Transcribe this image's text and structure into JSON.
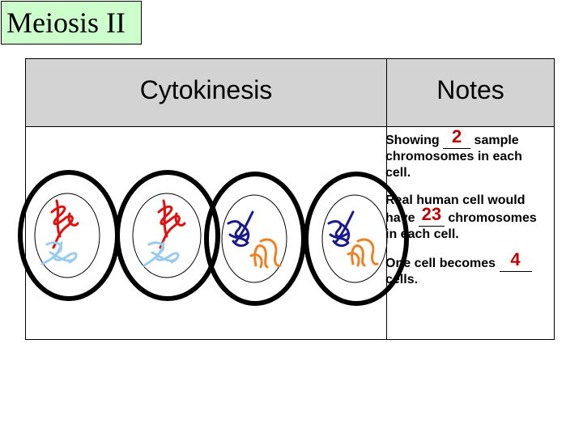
{
  "slide": {
    "title": "Meiosis II"
  },
  "table": {
    "left_header": "Cytokinesis",
    "right_header": "Notes"
  },
  "notes": {
    "note1": {
      "before": "Showing ",
      "answer": "2",
      "after": " sample chromosomes in each cell."
    },
    "note2": {
      "before": "Real human cell would have ",
      "answer": "23",
      "after": " chromosomes in each cell."
    },
    "note3": {
      "before": "One cell becomes ",
      "answer": "4",
      "after": " cells."
    }
  },
  "colors": {
    "title_bg": "#ccffcc",
    "header_bg": "#d3d3d3",
    "answer": "#c00000",
    "chromosome_red": "#e01010",
    "chromosome_lightblue": "#99ccee",
    "chromosome_navy": "#1a1a8c",
    "chromosome_orange": "#f08020"
  }
}
